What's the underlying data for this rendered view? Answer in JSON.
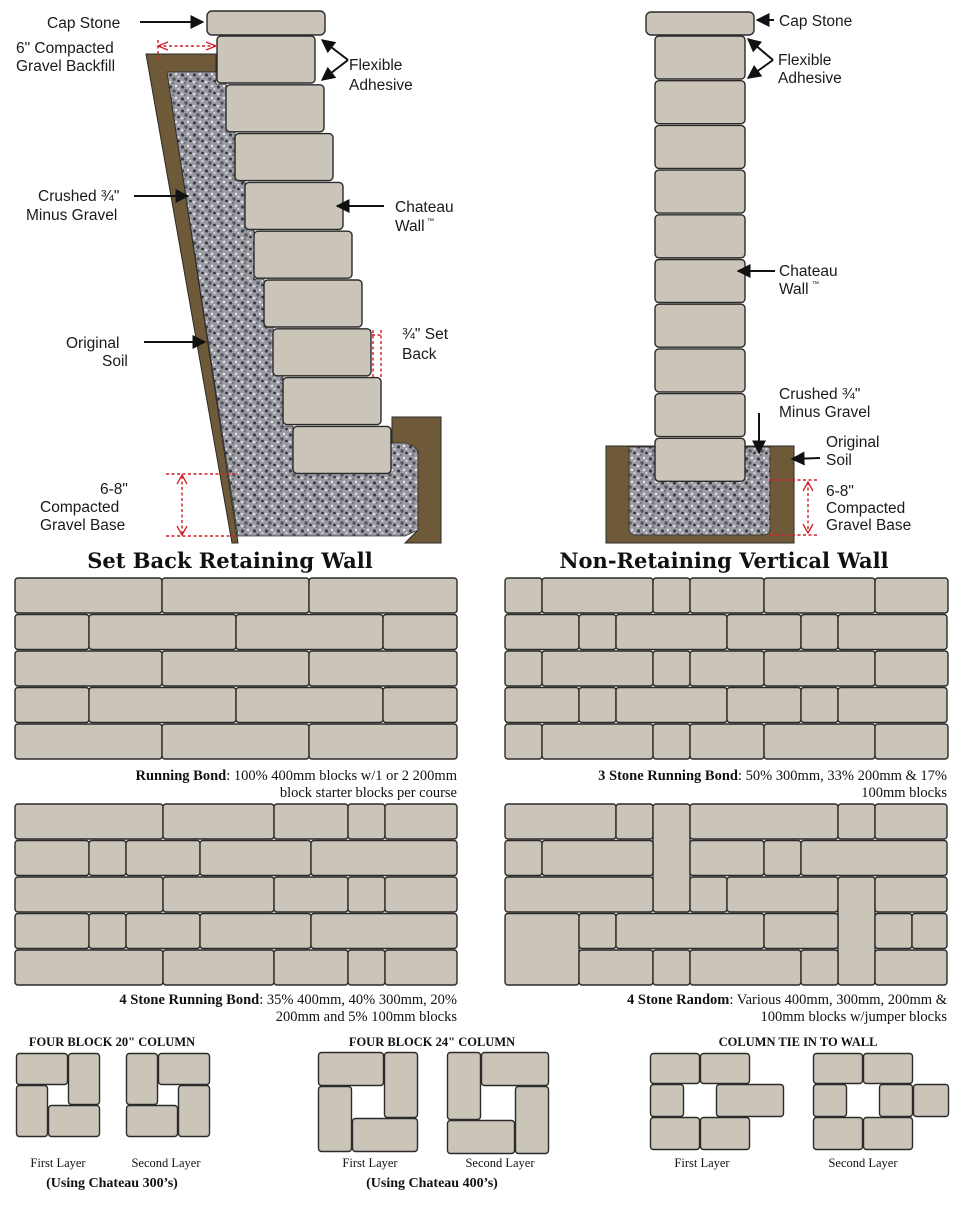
{
  "retaining": {
    "labels": {
      "cap_stone": "Cap Stone",
      "backfill_1": "6\" Compacted",
      "backfill_2": "Gravel Backfill",
      "flexible_1": "Flexible",
      "flexible_2": "Adhesive",
      "crushed_1": "Crushed ¾\"",
      "crushed_2": "Minus Gravel",
      "chateau_1": "Chateau",
      "chateau_2": "Wall",
      "tm": "™",
      "soil_1": "Original",
      "soil_2": "Soil",
      "setback_1": "¾\" Set",
      "setback_2": "Back",
      "base_1": "6-8\"",
      "base_2": "Compacted",
      "base_3": "Gravel Base"
    },
    "title": "Set Back Retaining Wall"
  },
  "vertical": {
    "labels": {
      "cap_stone": "Cap Stone",
      "flexible_1": "Flexible",
      "flexible_2": "Adhesive",
      "chateau_1": "Chateau",
      "chateau_2": "Wall",
      "tm": "™",
      "crushed_1": "Crushed ¾\"",
      "crushed_2": "Minus Gravel",
      "soil_1": "Original",
      "soil_2": "Soil",
      "base_1": "6-8\"",
      "base_2": "Compacted",
      "base_3": "Gravel Base"
    },
    "title": "Non-Retaining Vertical Wall"
  },
  "patterns": [
    {
      "name": "Running Bond",
      "line1": ": 100% 400mm blocks w/1 or 2 200mm",
      "line2": "block starter blocks per course"
    },
    {
      "name": "3 Stone Running Bond",
      "line1": ": 50% 300mm, 33% 200mm & 17%",
      "line2": "100mm blocks"
    },
    {
      "name": "4 Stone Running Bond",
      "line1": ": 35% 400mm, 40% 300mm, 20%",
      "line2": "200mm and 5% 100mm blocks"
    },
    {
      "name": "4 Stone Random",
      "line1": ": Various 400mm, 300mm, 200mm &",
      "line2": "100mm blocks w/jumper blocks"
    }
  ],
  "columns": [
    {
      "title": "FOUR BLOCK 20\" COLUMN",
      "first": "First Layer",
      "second": "Second Layer",
      "using": "(Using Chateau 300’s)"
    },
    {
      "title": "FOUR BLOCK 24\" COLUMN",
      "first": "First Layer",
      "second": "Second Layer",
      "using": "(Using Chateau 400’s)"
    },
    {
      "title": "COLUMN TIE IN TO WALL",
      "first": "First Layer",
      "second": "Second Layer"
    }
  ],
  "colors": {
    "stone_fill": "#cbc5b9",
    "stone_stroke": "#2a2a2a",
    "soil": "#6e5a38",
    "gravel": "#9a9aa2",
    "dimension": "#d21f26"
  }
}
